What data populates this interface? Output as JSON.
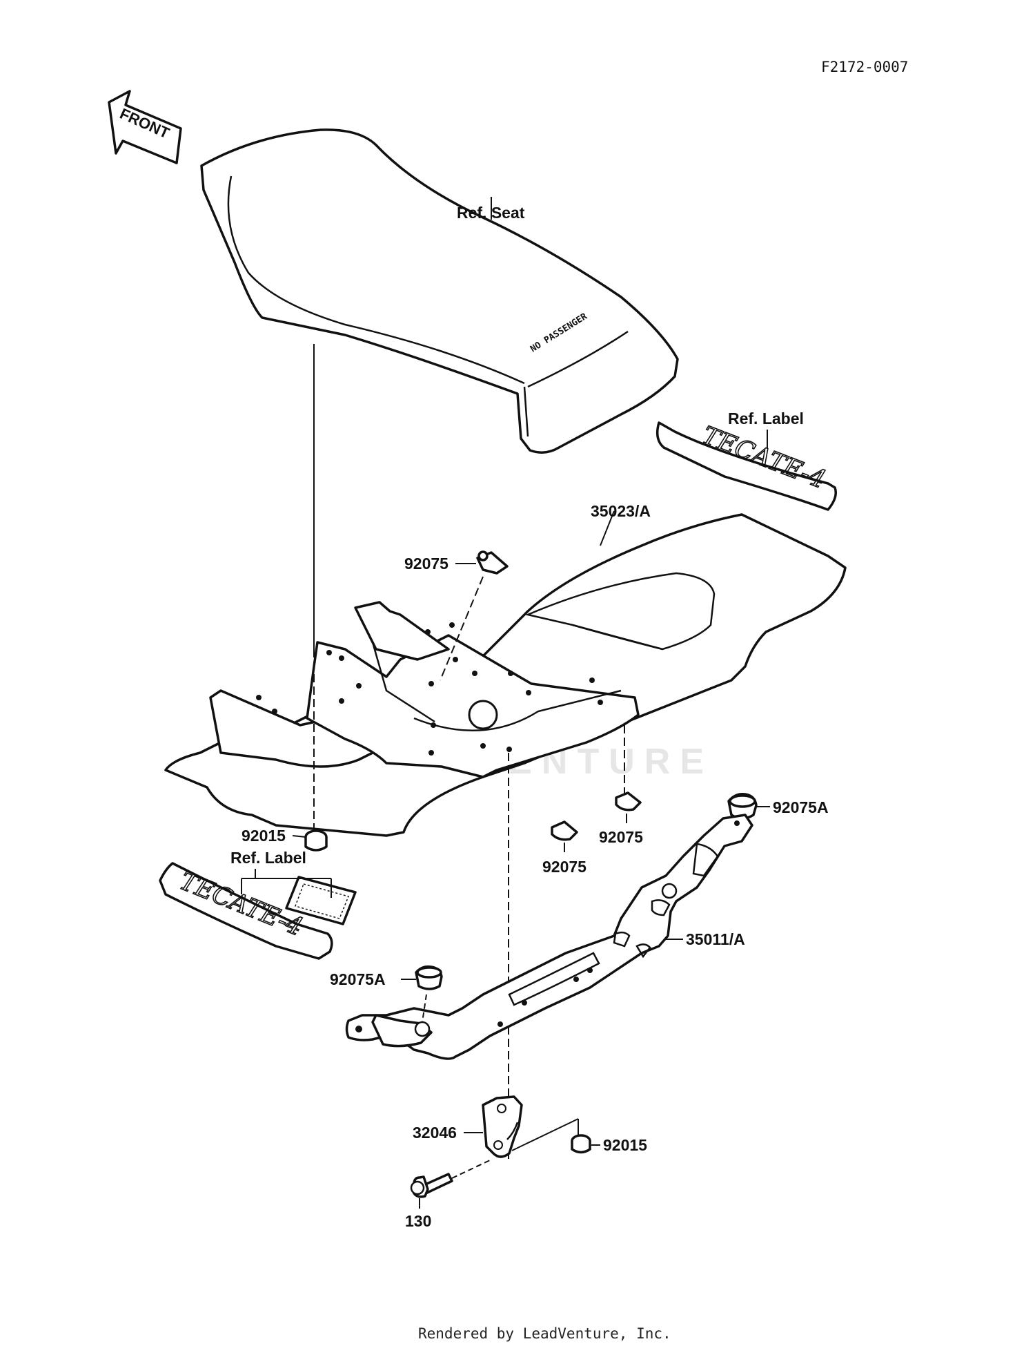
{
  "drawing_code": "F2172-0007",
  "footer": "Rendered by LeadVenture, Inc.",
  "watermark": "LEADVENTURE",
  "front_arrow": "FRONT",
  "seat_text": "NO PASSENGER",
  "decal_text": "TECATE-4",
  "callouts": {
    "ref_seat": "Ref. Seat",
    "ref_label_top": "Ref. Label",
    "ref_label_bottom": "Ref. Label",
    "p35023": "35023/A",
    "p92075_top": "92075",
    "p92075_right": "92075",
    "p92075_mid": "92075",
    "p92075A_right": "92075A",
    "p92075A_left": "92075A",
    "p92015_left": "92015",
    "p92015_right": "92015",
    "p35011": "35011/A",
    "p32046": "32046",
    "p130": "130"
  }
}
